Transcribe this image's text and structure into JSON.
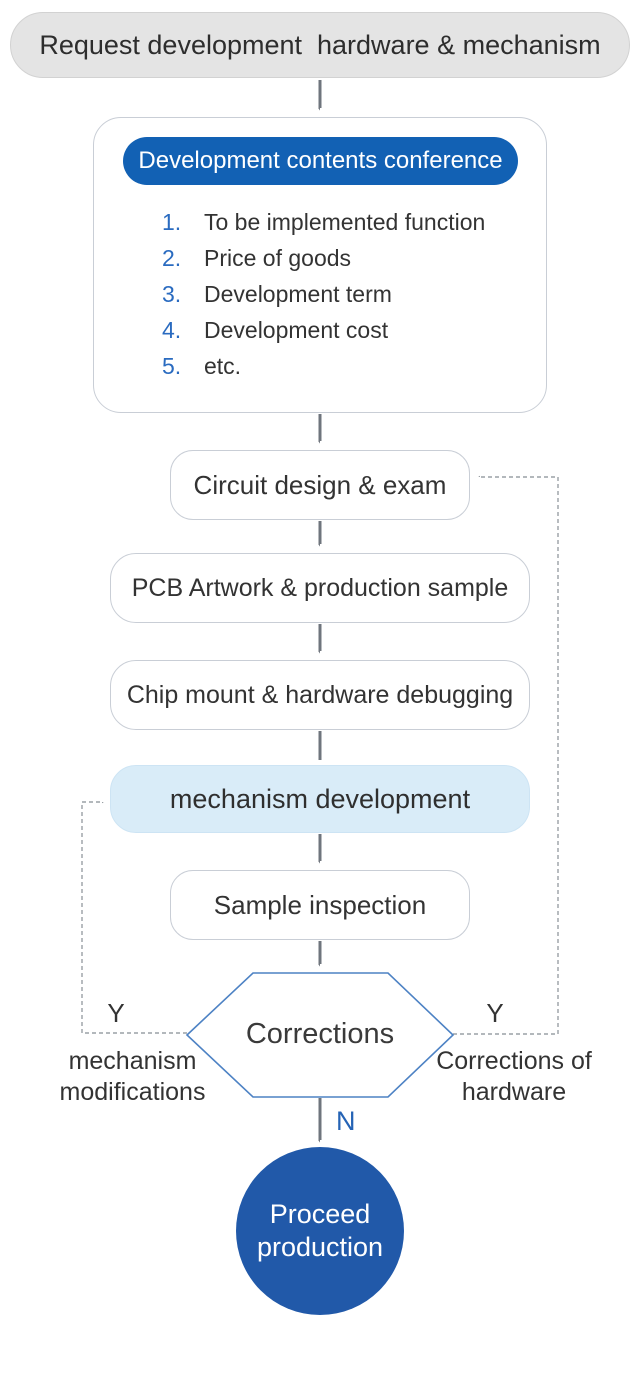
{
  "nodes": {
    "start": "Request development  hardware & mechanism",
    "conference": {
      "title": "Development contents conference",
      "items": [
        {
          "num": "1.",
          "text": "To be implemented function"
        },
        {
          "num": "2.",
          "text": "Price of goods"
        },
        {
          "num": "3.",
          "text": "Development term"
        },
        {
          "num": "4.",
          "text": "Development cost"
        },
        {
          "num": "5.",
          "text": "etc."
        }
      ]
    },
    "circuit": "Circuit design & exam",
    "pcb": "PCB Artwork & production sample",
    "chip": "Chip mount & hardware debugging",
    "mechanism": "mechanism development",
    "sample": "Sample inspection",
    "decision": "Corrections",
    "end": "Proceed production"
  },
  "branches": {
    "yes_left": "Y",
    "yes_right": "Y",
    "no": "N",
    "left_label": "mechanism modifications",
    "right_label": "Corrections of hardware"
  },
  "colors": {
    "pill_blue": "#1261b4",
    "end_circle_blue": "#2159a9",
    "mechanism_fill": "#d9ecf8",
    "hexagon_border": "#4d82c4",
    "list_number_blue": "#2a6bc0",
    "n_label_blue": "#2563b5",
    "start_fill": "#e4e4e4",
    "arrow_gray": "#6f757d",
    "dashed_gray": "#9aa0a6"
  }
}
